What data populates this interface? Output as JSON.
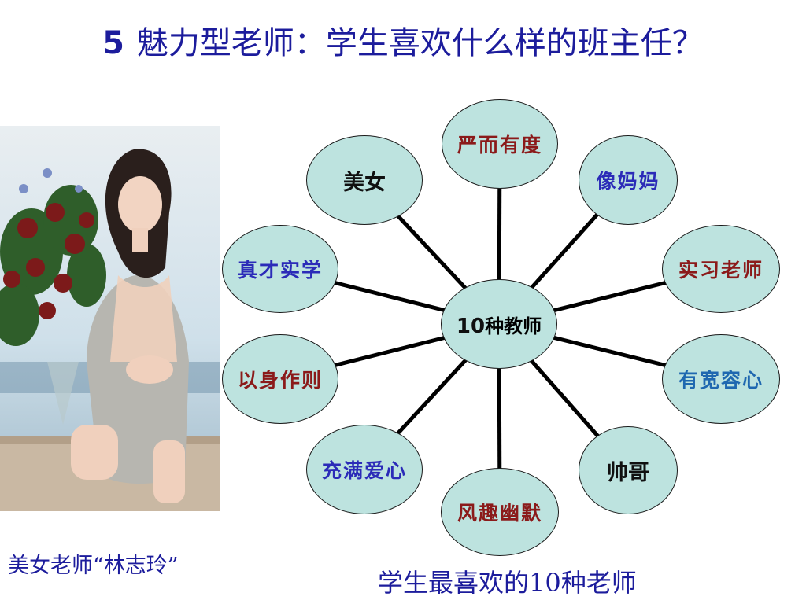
{
  "title": {
    "number": "5",
    "text": "魅力型老师：学生喜欢什么样的班主任？"
  },
  "photo": {
    "caption": "美女老师“林志玲”"
  },
  "diagram": {
    "center": {
      "number": "10",
      "text": "种教师"
    },
    "nodes": [
      {
        "label": "严而有度",
        "color": "#8b1a1a"
      },
      {
        "label": "像妈妈",
        "color": "#2b2bb8"
      },
      {
        "label": "实习老师",
        "color": "#8b1a1a"
      },
      {
        "label": "有宽容心",
        "color": "#1f68b0"
      },
      {
        "label": "帅哥",
        "color": "#101010"
      },
      {
        "label": "风趣幽默",
        "color": "#8b1a1a"
      },
      {
        "label": "充满爱心",
        "color": "#2b2bb8"
      },
      {
        "label": "以身作则",
        "color": "#8b1a1a"
      },
      {
        "label": "真才实学",
        "color": "#2b2bb8"
      },
      {
        "label": "美女",
        "color": "#101010"
      }
    ],
    "caption": "学生最喜欢的10种老师"
  }
}
